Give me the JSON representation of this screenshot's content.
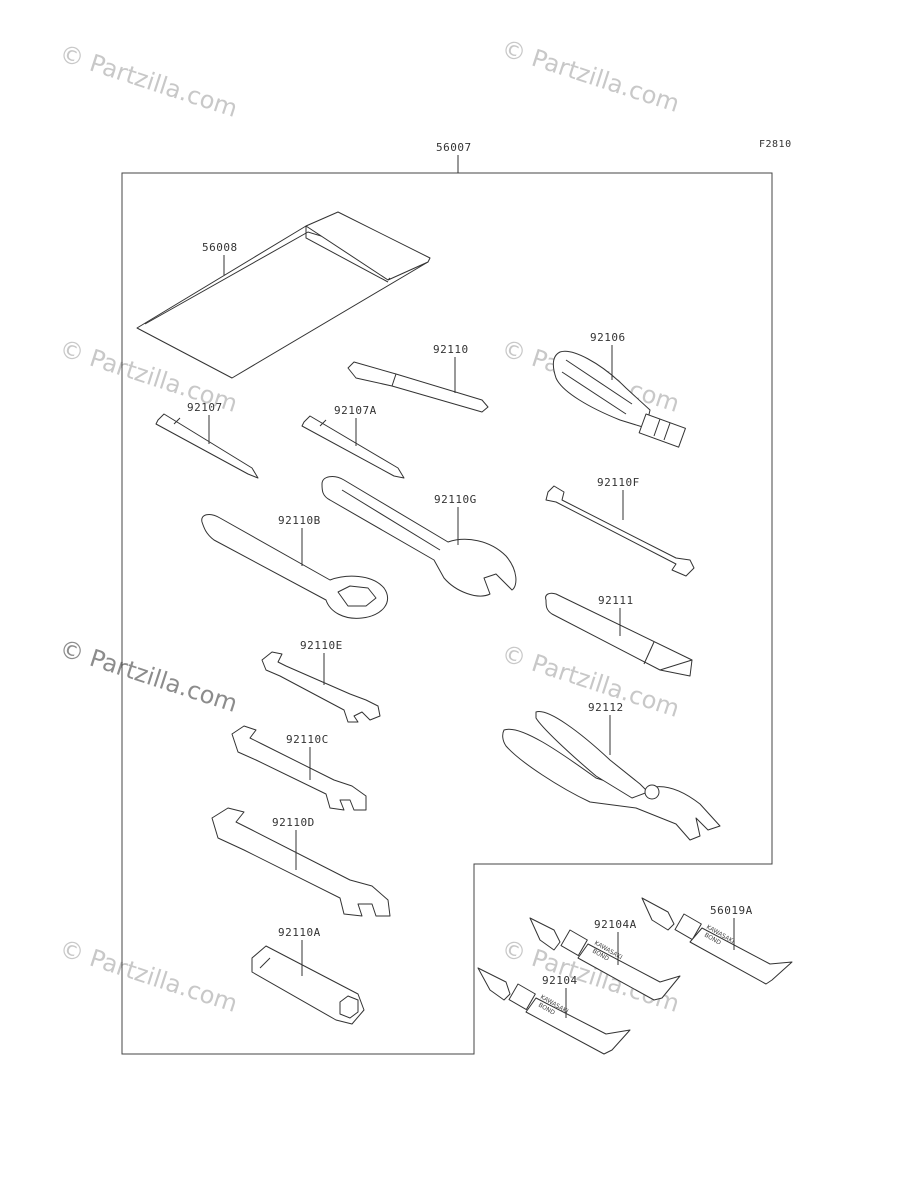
{
  "diagram": {
    "figure_code": "F2810",
    "watermark": "© Partzilla.com",
    "tube_print": [
      "KAWASAKI",
      "BOND"
    ],
    "parts": {
      "tool_kit": "56007",
      "pouch": "56008",
      "hex_wrench": "92110",
      "screwdriver_grip": "92106",
      "bit_phillips": "92107",
      "bit_flat": "92107A",
      "box_wrench": "92110B",
      "open_wrench_large": "92110G",
      "plug_tool": "92110F",
      "extension_bar": "92111",
      "wrench_e": "92110E",
      "wrench_c": "92110C",
      "wrench_d": "92110D",
      "pliers": "92112",
      "socket_wrench": "92110A",
      "bond_a": "92104A",
      "bond": "92104",
      "bond_56019a": "56019A"
    }
  }
}
